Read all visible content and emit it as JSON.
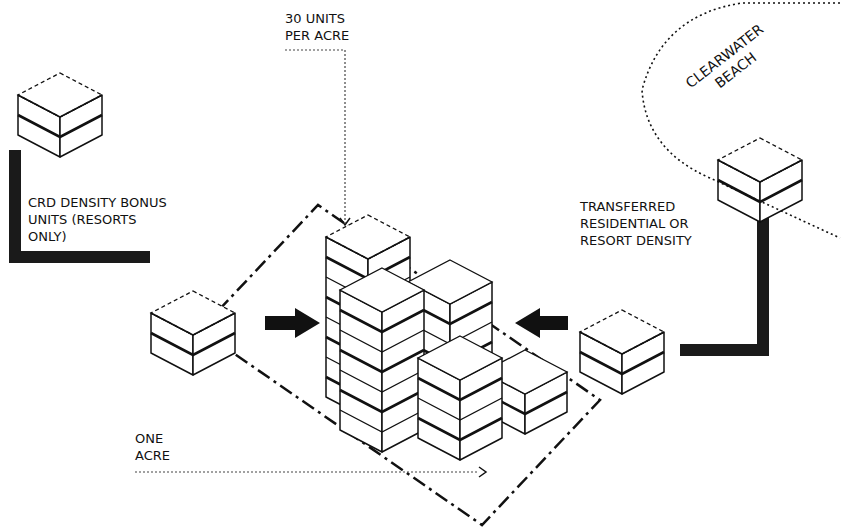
{
  "diagram": {
    "nodes": [
      {
        "text": [
          "CLEARWATER BEACH"
        ]
      }
    ],
    "labels": [
      "30 UNITS PER ACRE",
      "CRD DENSITY BONUS UNITS (RESORTS ONLY)",
      "TRANSFERRED RESIDENTIAL OR RESORT DENSITY",
      "ONE ACRE"
    ]
  }
}
